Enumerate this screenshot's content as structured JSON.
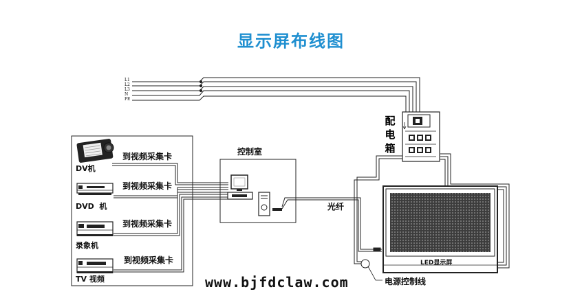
{
  "title": "显示屏布线图",
  "phases": [
    "L1",
    "L2",
    "L3",
    "N",
    "PE"
  ],
  "control_room": "控制室",
  "capture_label": "到视频采集卡",
  "devices": [
    "DV机",
    "DVD  机",
    "录象机",
    "TV 视频"
  ],
  "distribution_box": "配电箱",
  "fiber_label": "光纤",
  "led_screen_label": "LED显示屏",
  "power_line_label": "电源控制线",
  "website": "www.bjfdclaw.com"
}
